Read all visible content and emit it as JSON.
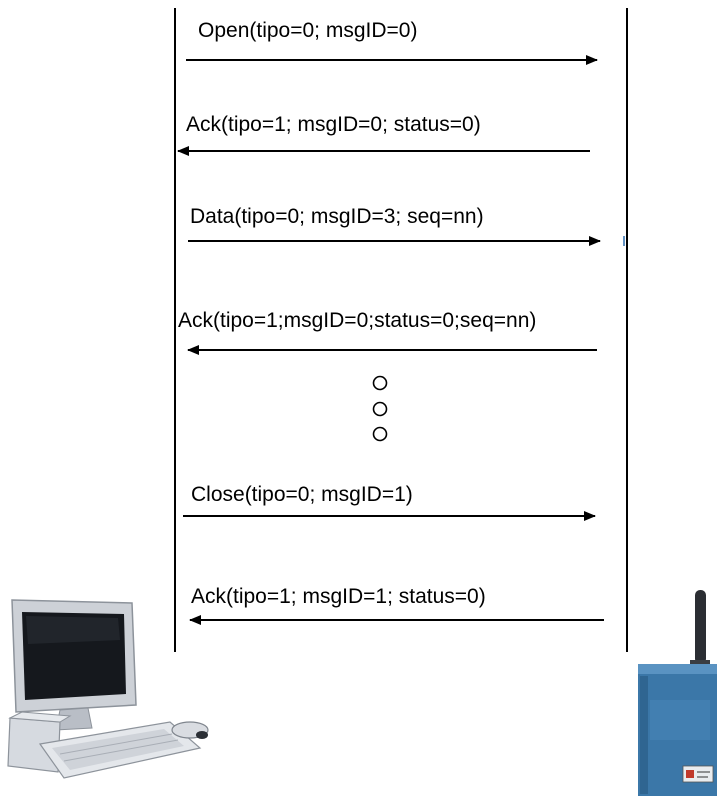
{
  "messages": [
    {
      "label": "Open(tipo=0; msgID=0)",
      "direction": "right"
    },
    {
      "label": "Ack(tipo=1; msgID=0; status=0)",
      "direction": "left"
    },
    {
      "label": "Data(tipo=0; msgID=3; seq=nn)",
      "direction": "right"
    },
    {
      "label": "Ack(tipo=1;msgID=0;status=0;seq=nn)",
      "direction": "left"
    },
    {
      "label": "Close(tipo=0; msgID=1)",
      "direction": "right"
    },
    {
      "label": "Ack(tipo=1; msgID=1; status=0)",
      "direction": "left"
    }
  ],
  "ellipsis_count": 3,
  "devices": {
    "left": "computer-icon",
    "right": "wireless-transmitter-icon"
  },
  "colors": {
    "line": "#000000",
    "device_blue": "#3b77a8",
    "monitor_frame": "#c8ccd2",
    "screen": "#1a1d22"
  }
}
